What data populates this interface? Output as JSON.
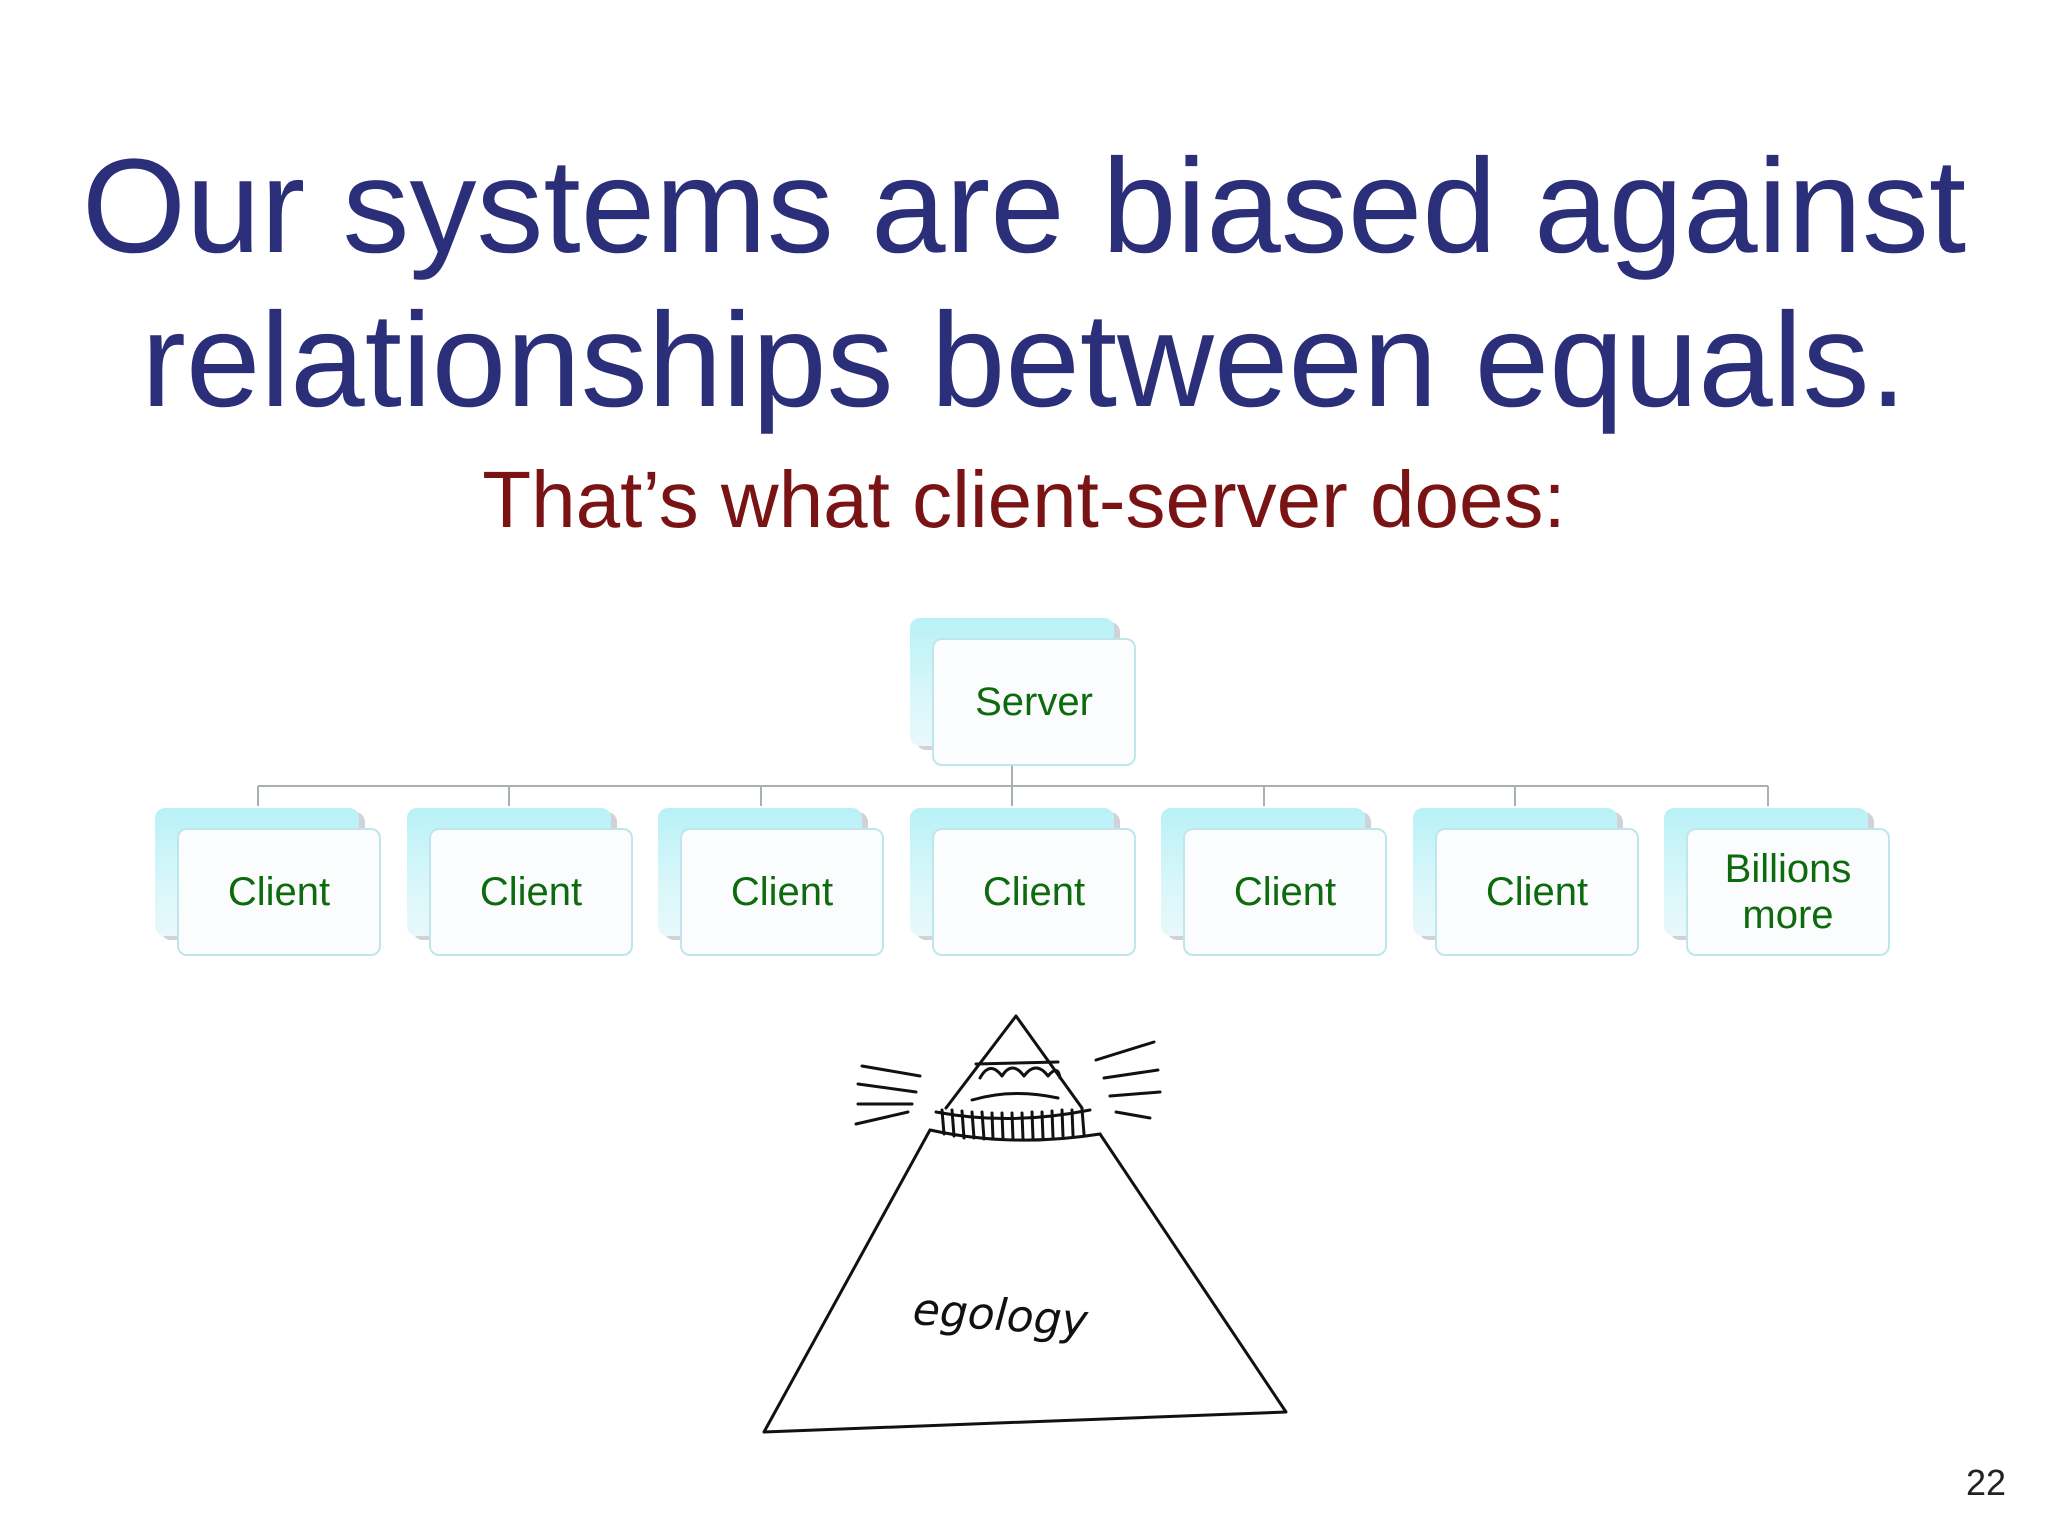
{
  "title": {
    "line1": "Our systems are biased against",
    "line2": "relationships between equals."
  },
  "subtitle": "That’s what client-server does:",
  "diagram": {
    "root": "Server",
    "children": [
      "Client",
      "Client",
      "Client",
      "Client",
      "Client",
      "Client",
      "Billions more"
    ]
  },
  "sketch": {
    "label": "egology"
  },
  "page_number": "22",
  "colors": {
    "title": "#2b2f7a",
    "subtitle": "#7a1414",
    "node_text": "#0d6b0d",
    "node_accent": "#b8f1f7"
  }
}
